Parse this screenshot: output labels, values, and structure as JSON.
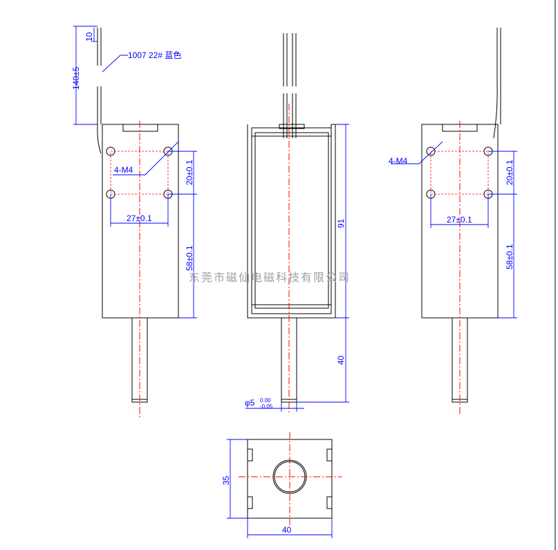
{
  "labels": {
    "wire_len": "140±5",
    "wire_strip": "10",
    "wire_spec": "1007  22#  蓝色",
    "thread_left": "4-M4",
    "thread_right": "4-M4",
    "hole_vert_left": "20±0.1",
    "hole_vert_right": "20±0.1",
    "hole_horiz_left": "27±0.1",
    "hole_horiz_right": "27±0.1",
    "hole_to_end_left": "58±0.1",
    "hole_to_end_right": "58±0.1",
    "body_len": "91",
    "shaft_len": "40",
    "shaft_dia": "φ5",
    "shaft_tol_up": "0.00",
    "shaft_tol_low": "-0.05",
    "end_height": "35",
    "end_width": "40"
  },
  "watermark": "东莞市磁仙电磁科技有限公司",
  "colors": {
    "outline": "#000000",
    "dimension": "#0000ff",
    "centerline": "#ff0000",
    "watermark": "#a0a0a0"
  }
}
